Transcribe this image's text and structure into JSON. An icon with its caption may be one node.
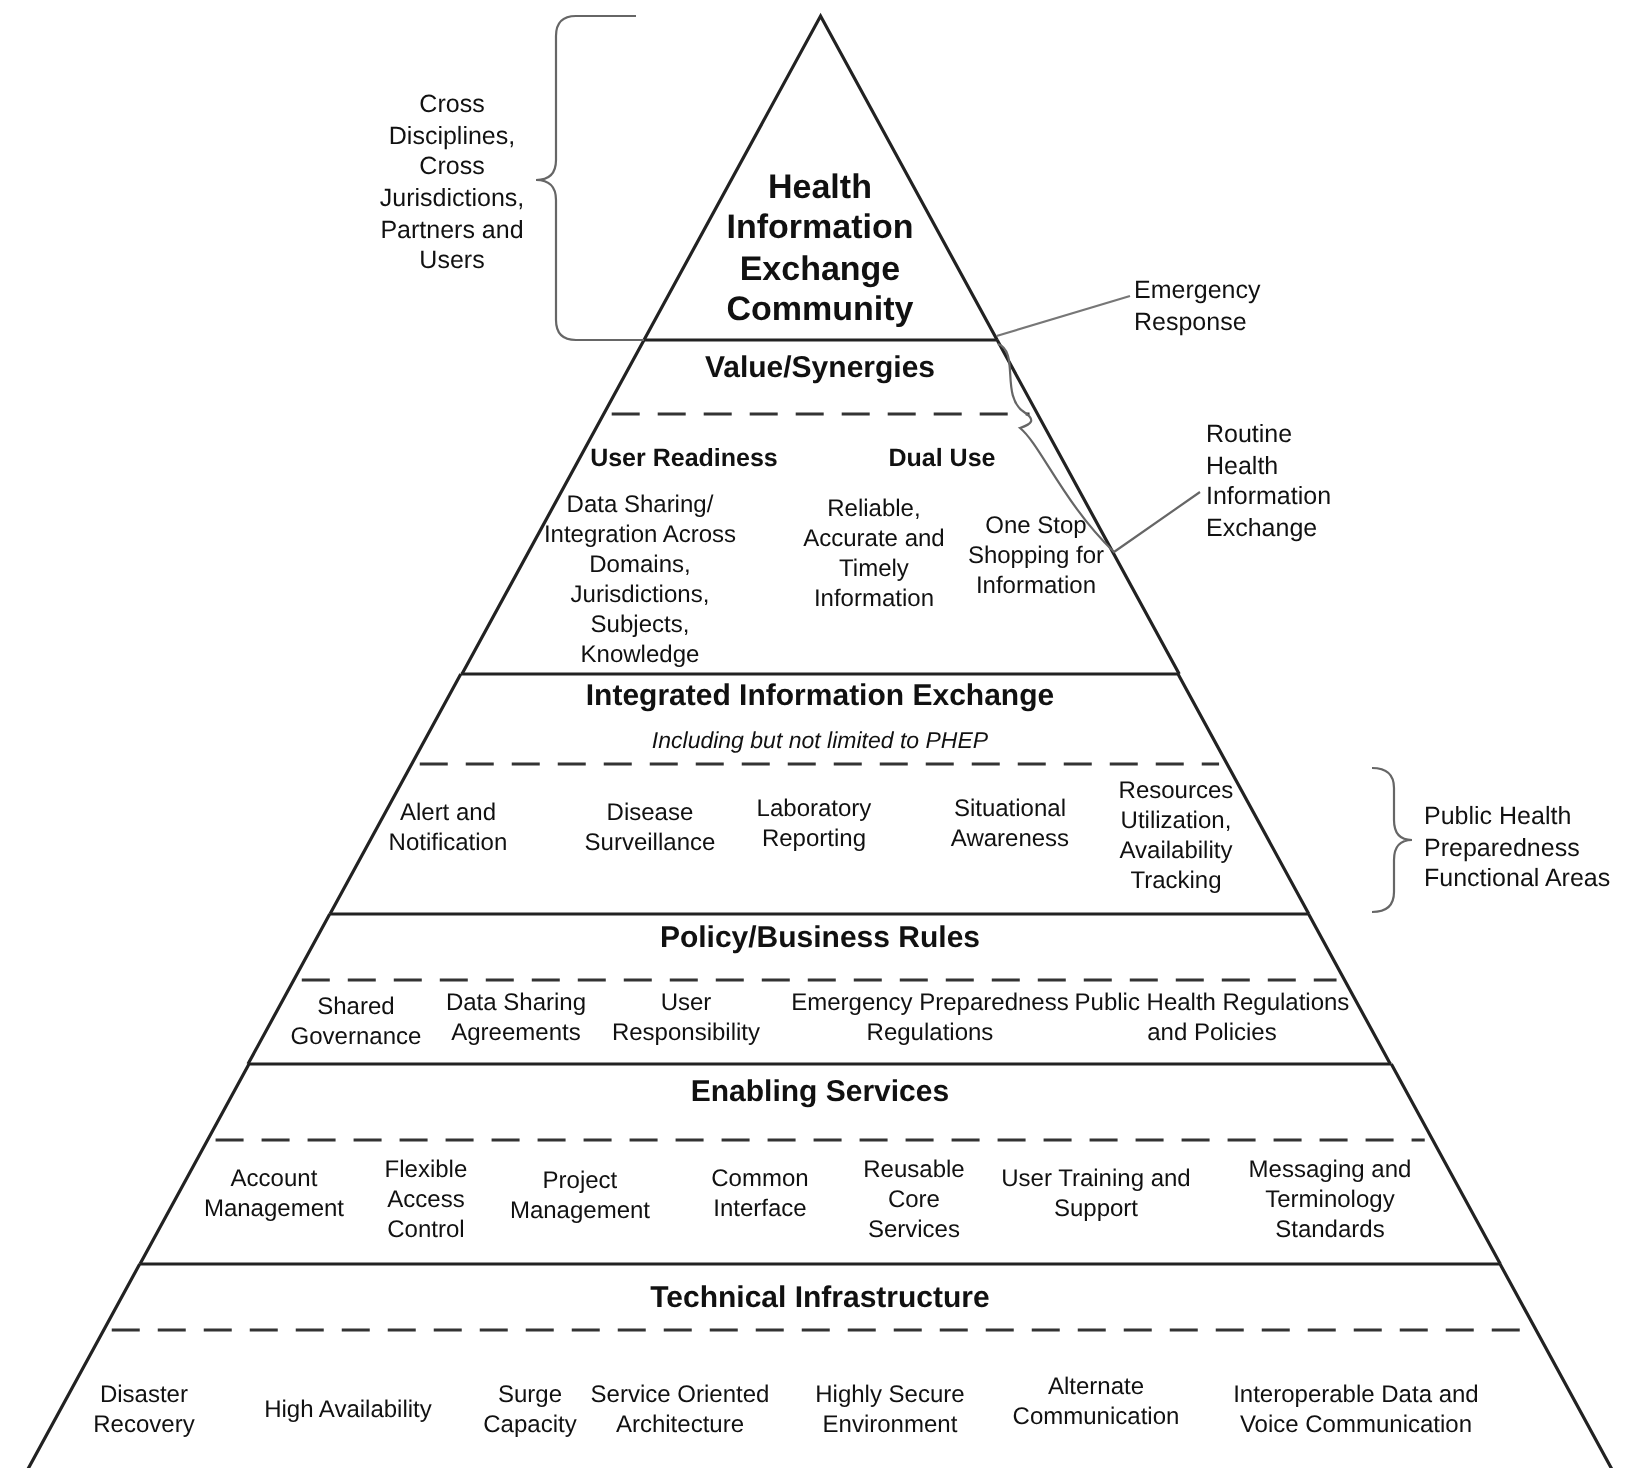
{
  "diagram": {
    "nodes": [
      {
        "text": [
          "Health Information Exchange Community"
        ]
      },
      {
        "text": [
          "Value/Synergies",
          "User Readiness",
          "Dual Use",
          "Data Sharing/ Integration Across Domains, Jurisdictions, Subjects, Knowledge",
          "Reliable, Accurate and Timely Information",
          "One Stop Shopping for Information"
        ]
      },
      {
        "text": [
          "Integrated Information Exchange",
          "Including but not limited to PHEP",
          "Alert and Notification",
          "Disease Surveillance",
          "Laboratory Reporting",
          "Situational Awareness",
          "Resources Utilization, Availability Tracking"
        ]
      },
      {
        "text": [
          "Policy/Business Rules",
          "Shared Governance",
          "Data Sharing Agreements",
          "User Responsibility",
          "Emergency Preparedness Regulations",
          "Public Health Regulations and Policies"
        ]
      },
      {
        "text": [
          "Enabling Services",
          "Account Management",
          "Flexible Access Control",
          "Project Management",
          "Common Interface",
          "Reusable Core Services",
          "User Training and Support",
          "Messaging and Terminology Standards"
        ]
      },
      {
        "text": [
          "Technical Infrastructure",
          "Disaster Recovery",
          "High Availability",
          "Surge Capacity",
          "Service Oriented Architecture",
          "Highly Secure Environment",
          "Alternate Communication",
          "Interoperable Data and Voice Communication"
        ]
      },
      {
        "text": [
          "Emergency Response"
        ]
      }
    ],
    "edges": [
      {
        "from": 6,
        "to": 0,
        "arrow": "none"
      }
    ],
    "labels": [
      "Cross Disciplines, Cross Jurisdictions, Partners and Users",
      "Routine Health Information Exchange",
      "Public Health Preparedness Functional Areas"
    ]
  }
}
